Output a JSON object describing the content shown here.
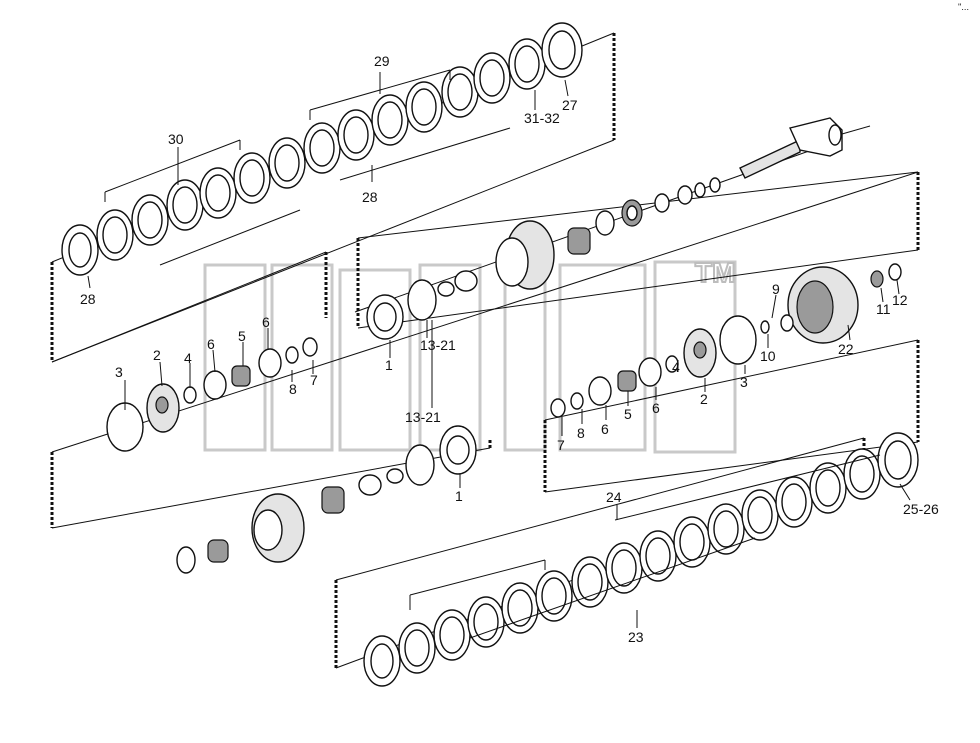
{
  "watermark": {
    "tm": "TM"
  },
  "labels": {
    "l29": "29",
    "l30": "30",
    "l31_32": "31-32",
    "l27": "27",
    "l28a": "28",
    "l28b": "28",
    "l1a": "1",
    "l13_21a": "13-21",
    "l13_21b": "13-21",
    "l1b": "1",
    "l3a": "3",
    "l2a": "2",
    "l4a": "4",
    "l6a": "6",
    "l5a": "5",
    "l6b": "6",
    "l8a": "8",
    "l7a": "7",
    "l3b": "3",
    "l2b": "2",
    "l4b": "4",
    "l6c": "6",
    "l5b": "5",
    "l6d": "6",
    "l8b": "8",
    "l7b": "7",
    "l9": "9",
    "l10": "10",
    "l22": "22",
    "l11": "11",
    "l12": "12",
    "l24": "24",
    "l23": "23",
    "l25_26": "25-26",
    "corner": "''..."
  }
}
